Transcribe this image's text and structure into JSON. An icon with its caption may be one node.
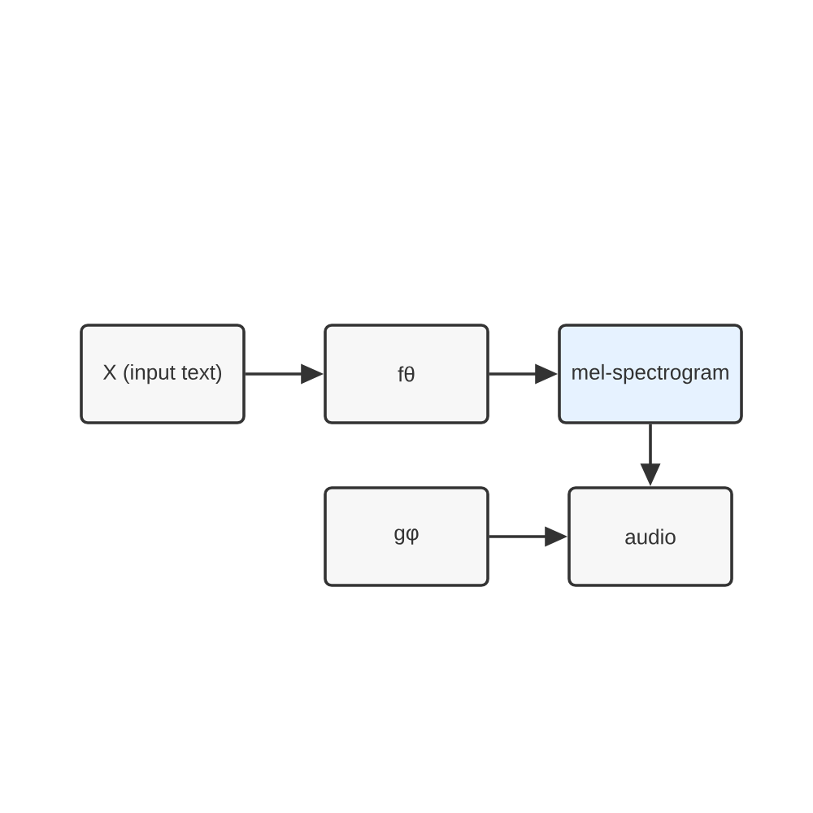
{
  "diagram": {
    "nodes": [
      {
        "text": [
          "X (input text)"
        ]
      },
      {
        "text": [
          "fθ"
        ]
      },
      {
        "text": [
          "mel-spectrogram"
        ]
      },
      {
        "text": [
          "gφ"
        ]
      },
      {
        "text": [
          "audio"
        ]
      }
    ],
    "edges": [
      {
        "from": 0,
        "to": 1,
        "arrow": "to"
      },
      {
        "from": 1,
        "to": 2,
        "arrow": "to"
      },
      {
        "from": 2,
        "to": 4,
        "arrow": "to"
      },
      {
        "from": 3,
        "to": 4,
        "arrow": "to"
      }
    ]
  }
}
